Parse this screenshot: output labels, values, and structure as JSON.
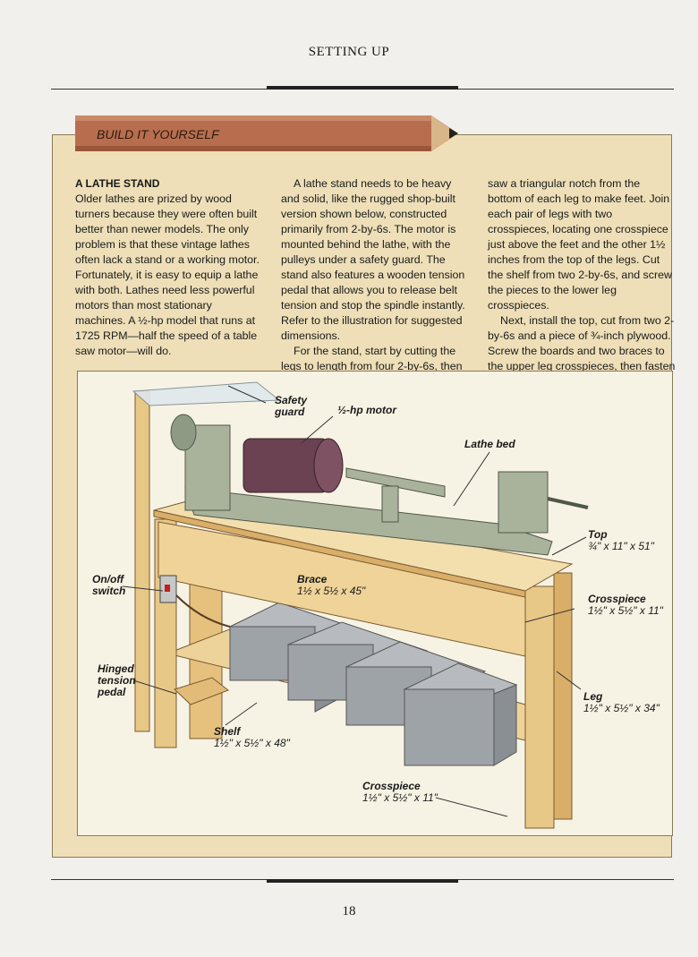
{
  "header": {
    "running_title": "SETTING UP"
  },
  "sidebar": {
    "banner": "BUILD IT YOURSELF"
  },
  "article": {
    "heading": "A LATHE STAND",
    "col1_p1": "Older lathes are prized by wood turners because they were often built better than newer models. The only problem is that these vintage lathes often lack a stand or a working motor. Fortunately, it is easy to equip a lathe with both. Lathes need less powerful motors than most stationary machines. A ½-hp model that runs at 1725 RPM—half the speed of a table saw motor—will do.",
    "col2_p1": "A lathe stand needs to be heavy and solid, like the rugged shop-built version shown below, constructed primarily from 2-by-6s. The motor is mounted behind the lathe, with the pulleys under a safety guard. The stand also features a wooden tension pedal that allows you to release belt tension and stop the spindle instantly. Refer to the illustration for suggested dimensions.",
    "col2_p2": "For the stand, start by cutting the legs to length from four 2-by-6s, then",
    "col3_p1": "saw a triangular notch from the bottom of each leg to make feet. Join each pair of legs with two crosspieces, locating one crosspiece just above the feet and the other 1½ inches from the top of the legs. Cut the shelf from two 2-by-6s, and screw the pieces to the lower leg crosspieces.",
    "col3_p2": "Next, install the top, cut from two 2-by-6s and a piece of ¾-inch plywood. Screw the boards and two braces to the upper leg crosspieces, then fasten"
  },
  "labels": {
    "safety_guard_1": "Safety",
    "safety_guard_2": "guard",
    "motor": "½-hp motor",
    "lathe_bed": "Lathe bed",
    "top": "Top",
    "top_dim": "¾\" x 11\" x 51\"",
    "onoff_1": "On/off",
    "onoff_2": "switch",
    "brace": "Brace",
    "brace_dim": "1½ x 5½ x 45\"",
    "crosspiece_upper": "Crosspiece",
    "crosspiece_upper_dim": "1½\" x 5½\" x 11\"",
    "pedal_1": "Hinged",
    "pedal_2": "tension",
    "pedal_3": "pedal",
    "leg": "Leg",
    "leg_dim": "1½\" x 5½\" x 34\"",
    "shelf": "Shelf",
    "shelf_dim": "1½\" x 5½\" x 48\"",
    "crosspiece_lower": "Crosspiece",
    "crosspiece_lower_dim": "1½\" x 5½\" x 11\""
  },
  "footer": {
    "page_number": "18"
  }
}
